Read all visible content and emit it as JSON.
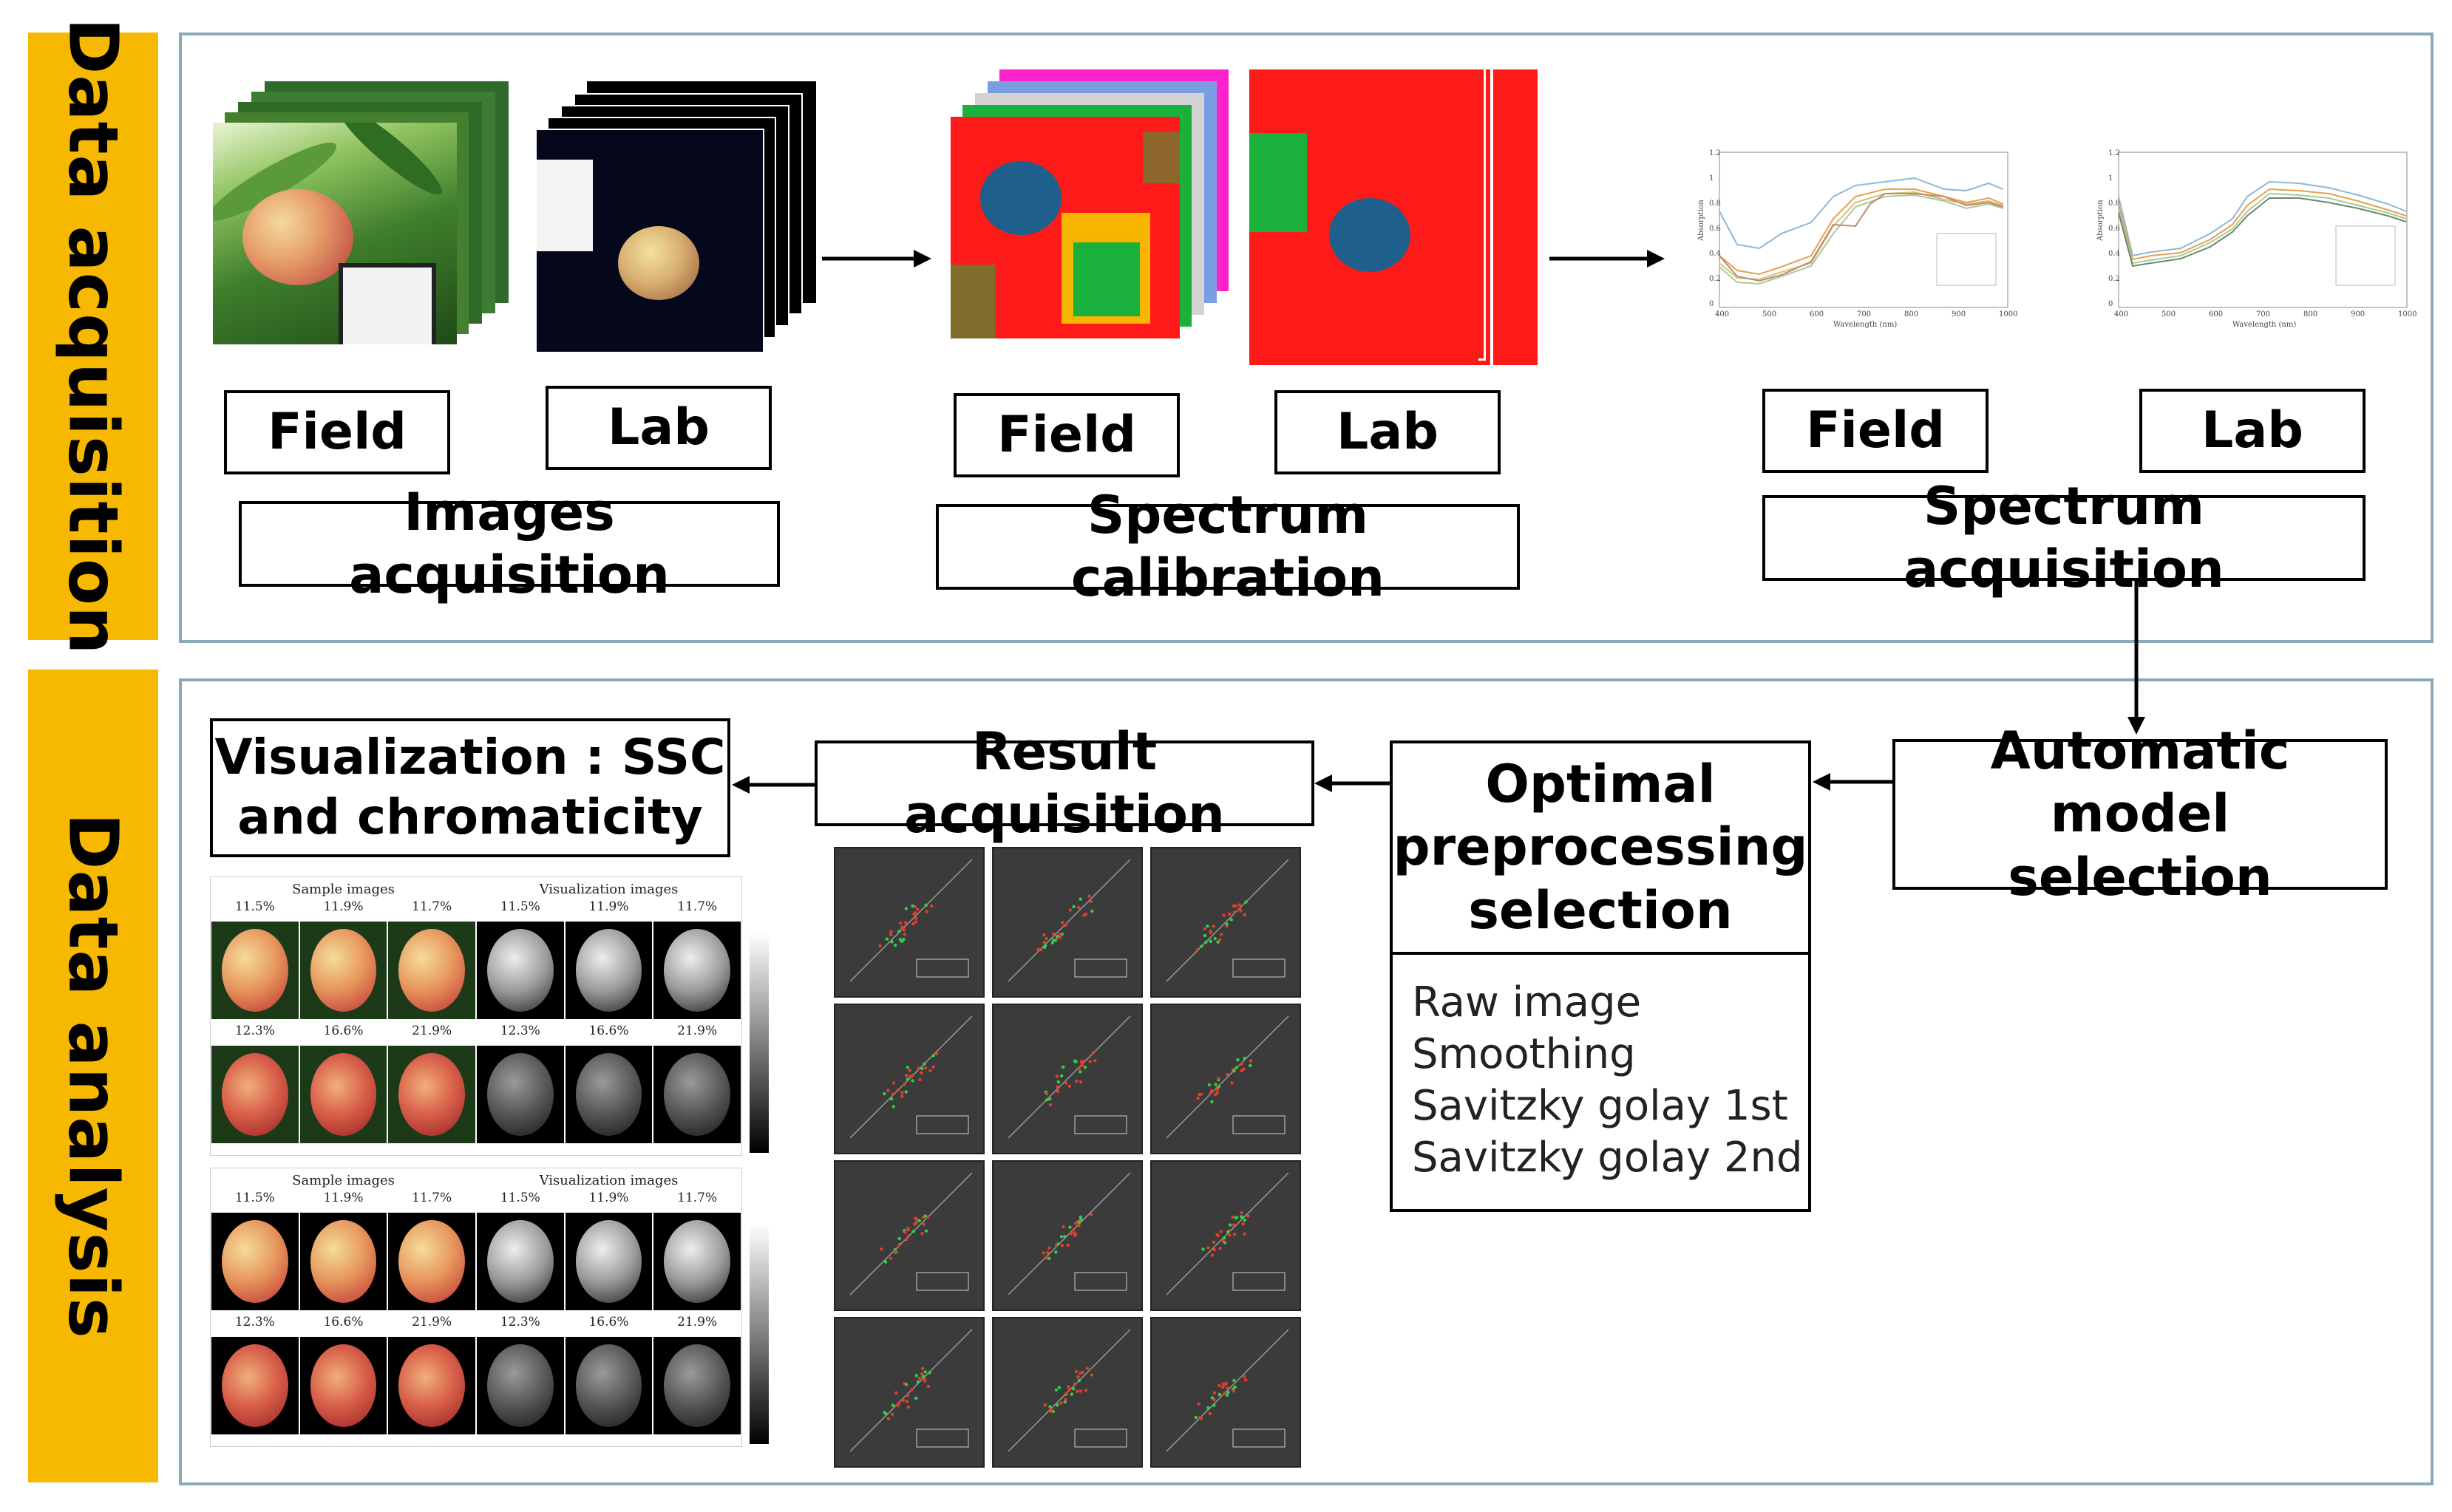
{
  "sections": {
    "acquisition": "Data acquisition",
    "analysis": "Data analysis"
  },
  "images_stage": {
    "field": "Field",
    "lab": "Lab",
    "title": "Images acquisition"
  },
  "calibration_stage": {
    "field": "Field",
    "lab": "Lab",
    "title": "Spectrum calibration"
  },
  "spectrum_stage": {
    "field": "Field",
    "lab": "Lab",
    "title": "Spectrum acquisition"
  },
  "analysis": {
    "auto_model": "Automatic model selection",
    "optimal_pre": "Optimal preprocessing selection",
    "pre_options": [
      "Raw image",
      "Smoothing",
      "Savitzky golay 1st",
      "Savitzky golay 2nd"
    ],
    "result": "Result acquisition",
    "visualization_line1": "Visualization : SSC",
    "visualization_line2": "and chromaticity"
  },
  "thumbnail_text": {
    "spectra_ylabel": "Absorption",
    "spectra_xlabel": "Wavelength (nm)",
    "spectra_xticks": [
      "400",
      "500",
      "600",
      "700",
      "800",
      "900",
      "1000"
    ],
    "spectra_yticks": [
      "1.2",
      "1",
      "0.8",
      "0.6",
      "0.4",
      "0.2",
      "0"
    ],
    "sample_header": "Sample images",
    "visual_header": "Visualization images",
    "percent_row1": [
      "11.5%",
      "11.9%",
      "11.7%",
      "11.5%",
      "11.9%",
      "11.7%"
    ],
    "percent_row2": [
      "12.3%",
      "16.6%",
      "21.9%",
      "12.3%",
      "16.6%",
      "21.9%"
    ]
  },
  "colors": {
    "side_bar": "#f6b800",
    "panel_border": "#8aa9bb",
    "calib_red": "#ff1a1a",
    "calib_blue": "#1f5f8b",
    "calib_green": "#19b13c"
  }
}
